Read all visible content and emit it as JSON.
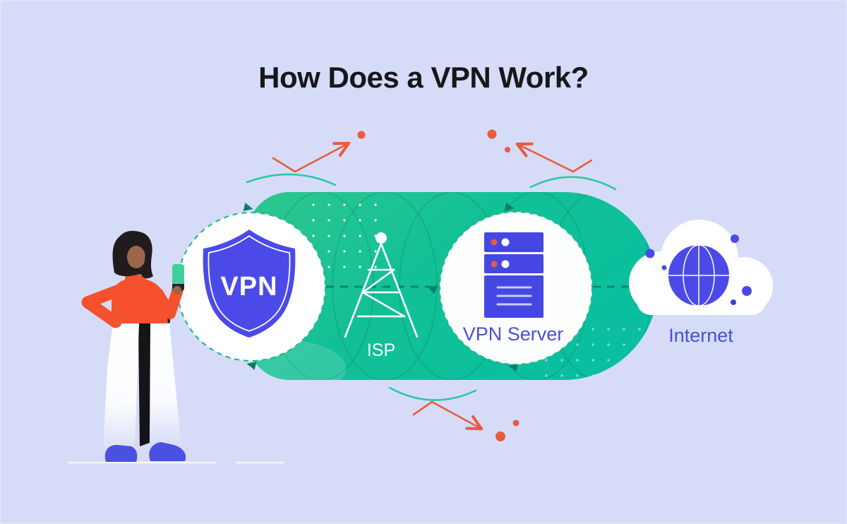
{
  "title": "How Does a VPN Work?",
  "diagram": {
    "vpn_badge": {
      "label": "VPN",
      "icon": "shield-icon"
    },
    "isp": {
      "label": "ISP",
      "icon": "radio-tower-icon"
    },
    "vpn_server": {
      "label": "VPN Server",
      "icon": "server-rack-icon"
    },
    "internet": {
      "label": "Internet",
      "icon": "globe-cloud-icon"
    },
    "tunnel": {
      "description_icon": "encrypted-tunnel",
      "flow_markers": "chevron-arrows"
    },
    "blocked_trackers": {
      "icon": "deflected-arrow",
      "count": 3
    }
  },
  "colors": {
    "background": "#d6dcf7",
    "tunnel-green-1": "#2ec78e",
    "tunnel-green-2": "#12c096",
    "tunnel-green-3": "#0abf9f",
    "shield-blue": "#4b4ae9",
    "server-blue": "#4547e2",
    "label-indigo": "#4a50d8",
    "arrow-orange": "#e85b3d",
    "arc-teal": "#2bc8a4",
    "dash-dark-green": "#0d7f64",
    "circle-dash": "#25b795",
    "title-color": "#17171b",
    "cloud-white": "#ffffff"
  }
}
